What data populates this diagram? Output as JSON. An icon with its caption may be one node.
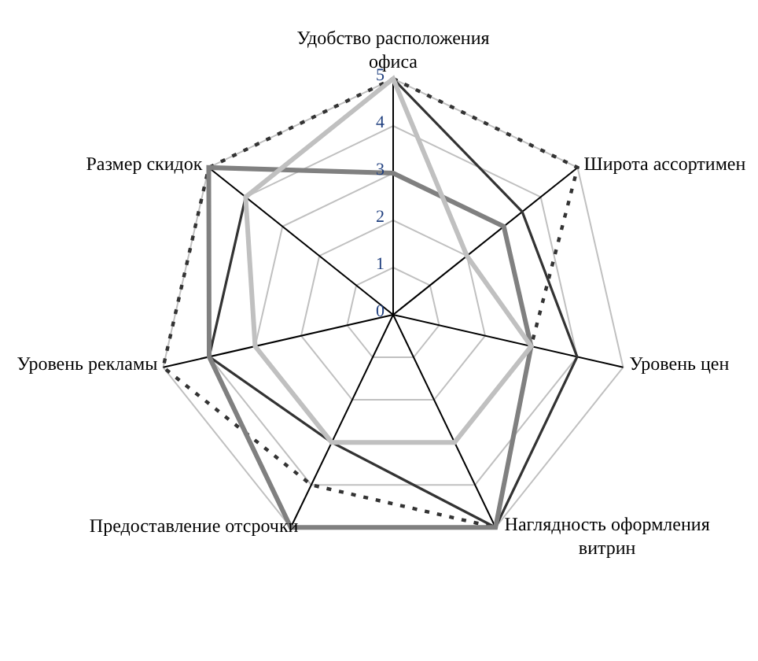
{
  "diagram": {
    "chart_data": {
      "type": "radar",
      "categories": [
        "Удобство расположения офиса",
        "Широта ассортимен",
        "Уровень цен",
        "Наглядность оформления витрин",
        "Предоставление отсрочки",
        "Уровень рекламы",
        "Размер скидок"
      ],
      "yticks": [
        0,
        1,
        2,
        3,
        4,
        5
      ],
      "ylim": [
        0,
        5
      ],
      "series": [
        {
          "color": "#333333",
          "values": [
            5,
            3.5,
            4,
            5,
            3,
            4,
            4
          ]
        },
        {
          "color": "#333333",
          "values": [
            5,
            5,
            3,
            5,
            4,
            5,
            5
          ]
        },
        {
          "color": "#808080",
          "values": [
            3,
            3,
            3,
            5,
            5,
            4,
            5
          ]
        },
        {
          "color": "#c0c0c0",
          "values": [
            5,
            2,
            3,
            3,
            3,
            3,
            4
          ]
        }
      ]
    }
  }
}
